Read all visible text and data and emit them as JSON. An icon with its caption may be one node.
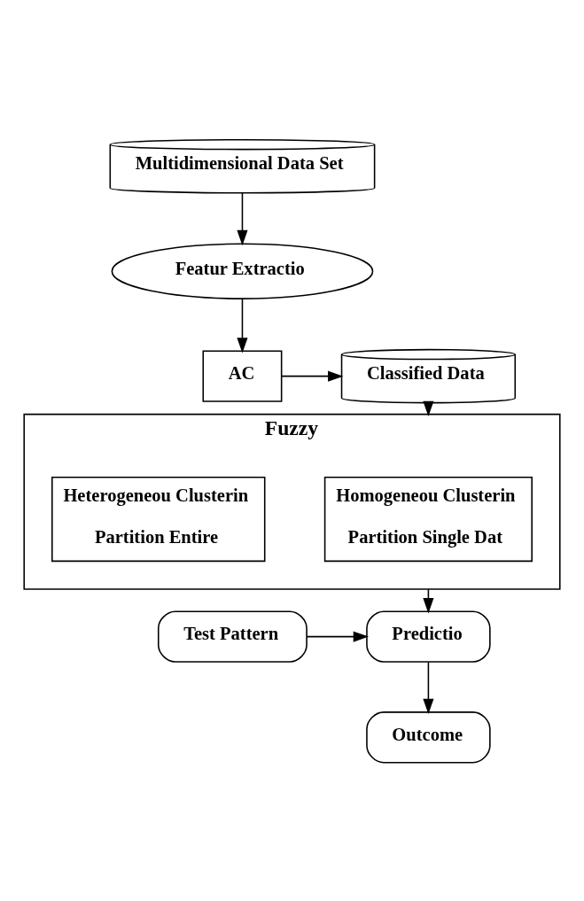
{
  "diagram": {
    "nodes": [
      {
        "text": [
          "Multidimensional Data Set"
        ]
      },
      {
        "text": [
          "Featur Extractio"
        ]
      },
      {
        "text": [
          "AC"
        ]
      },
      {
        "text": [
          "Classified Data"
        ]
      },
      {
        "text": [
          "Fuzzy"
        ]
      },
      {
        "text": [
          "Homogeneou Clusterin",
          "Partition Single Dat"
        ],
        "in": 4
      },
      {
        "text": [
          "Heterogeneou Clusterin",
          "Partition Entire"
        ],
        "in": 4
      },
      {
        "text": [
          "Predictio"
        ]
      },
      {
        "text": [
          "Test Pattern"
        ]
      },
      {
        "text": [
          "Outcome"
        ]
      }
    ],
    "edges": [
      {
        "from": 0,
        "to": 1,
        "arrow": "to"
      },
      {
        "from": 1,
        "to": 2,
        "arrow": "to"
      },
      {
        "from": 2,
        "to": 3,
        "arrow": "to"
      },
      {
        "from": 3,
        "to": 4,
        "arrow": "to"
      },
      {
        "from": 4,
        "to": 7,
        "arrow": "to"
      },
      {
        "from": 8,
        "to": 7,
        "arrow": "to"
      },
      {
        "from": 7,
        "to": 9,
        "arrow": "to"
      }
    ]
  }
}
